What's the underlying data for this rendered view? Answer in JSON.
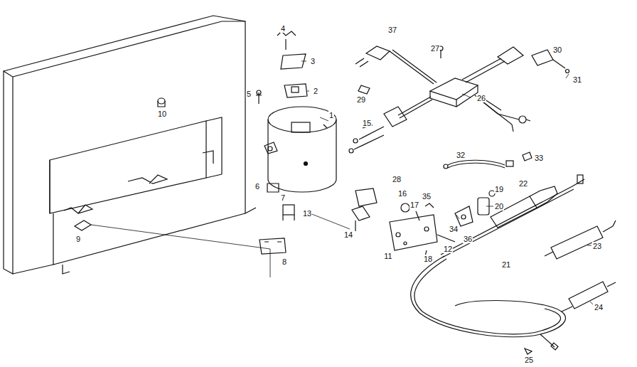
{
  "diagram": {
    "labels": [
      "4",
      "3",
      "2",
      "1",
      "5",
      "10",
      "37",
      "27",
      "30",
      "31",
      "29",
      "26",
      "15",
      "28",
      "32",
      "33",
      "6",
      "7",
      "8",
      "9",
      "13",
      "16",
      "17",
      "35",
      "19",
      "14",
      "11",
      "18",
      "12",
      "34",
      "36",
      "20",
      "22",
      "21",
      "23",
      "24",
      "25"
    ]
  }
}
